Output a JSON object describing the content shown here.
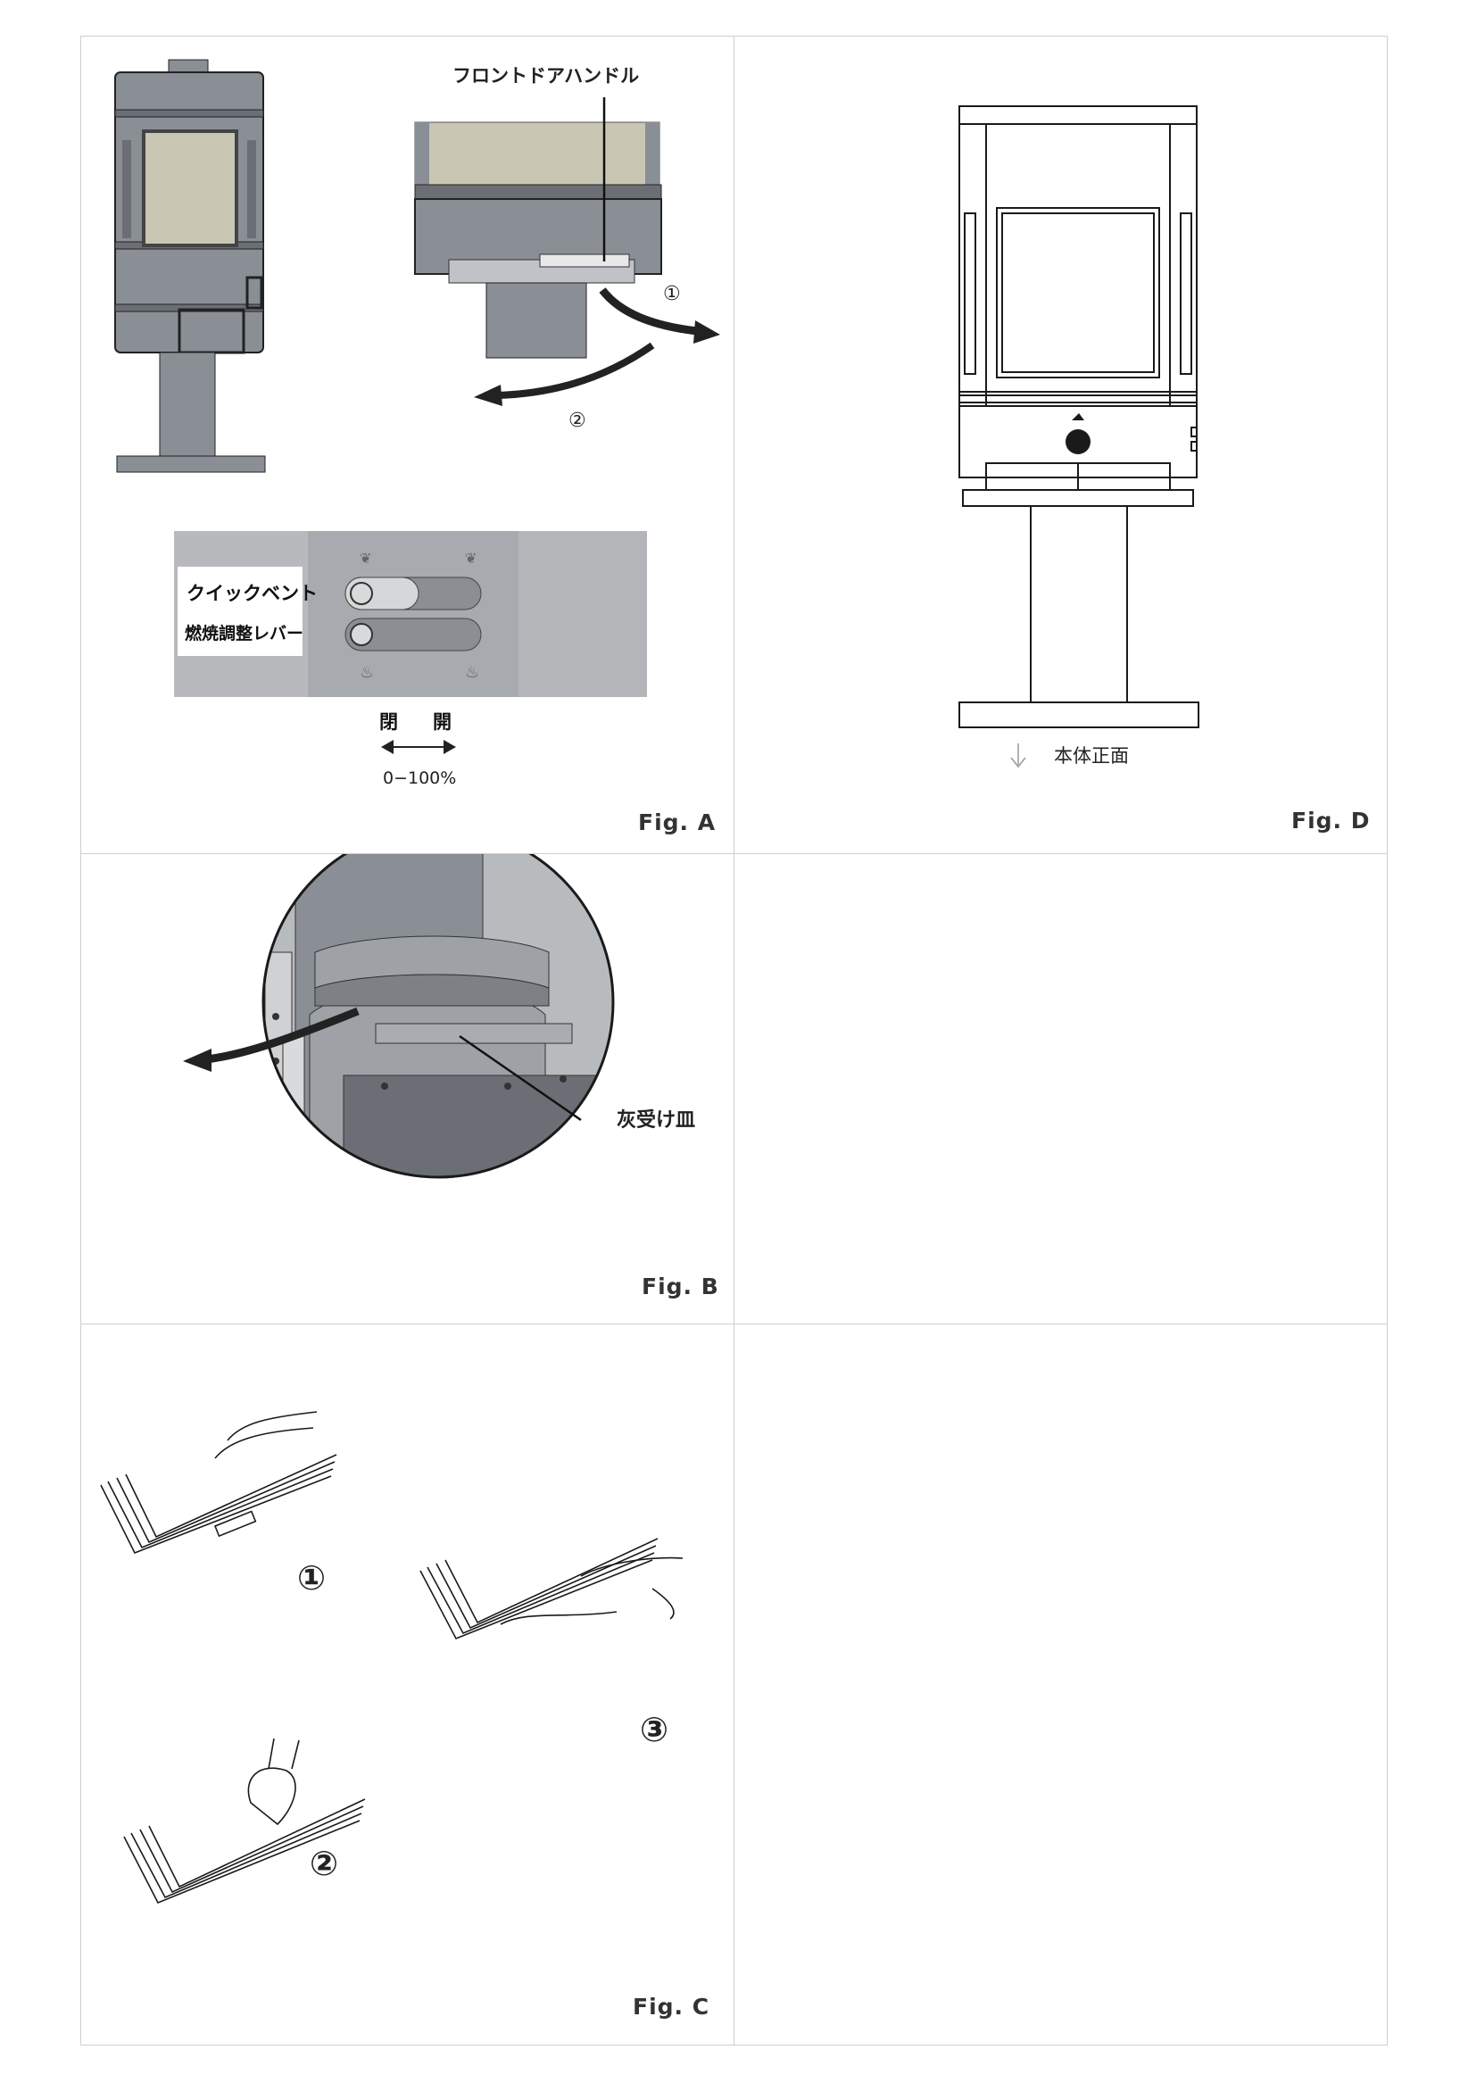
{
  "fig_a": {
    "label": "Fig. A",
    "handle_callout": "フロントドアハンドル",
    "step1": "①",
    "step2": "②",
    "quick_vent": "クイックベント",
    "combustion_lever": "燃焼調整レバー",
    "closed": "閉",
    "open": "開",
    "range": "0−100%"
  },
  "fig_b": {
    "label": "Fig. B",
    "ash_pan": "灰受け皿"
  },
  "fig_c": {
    "label": "Fig. C",
    "step1": "①",
    "step2": "②",
    "step3": "③"
  },
  "fig_d": {
    "label": "Fig. D",
    "front_label": "本体正面"
  },
  "colors": {
    "stove_body": "#8a8e95",
    "stove_dark": "#5c6066",
    "glass": "#c9c6b4",
    "line": "#1a1a1a",
    "grid_line": "#cfcfcf"
  }
}
